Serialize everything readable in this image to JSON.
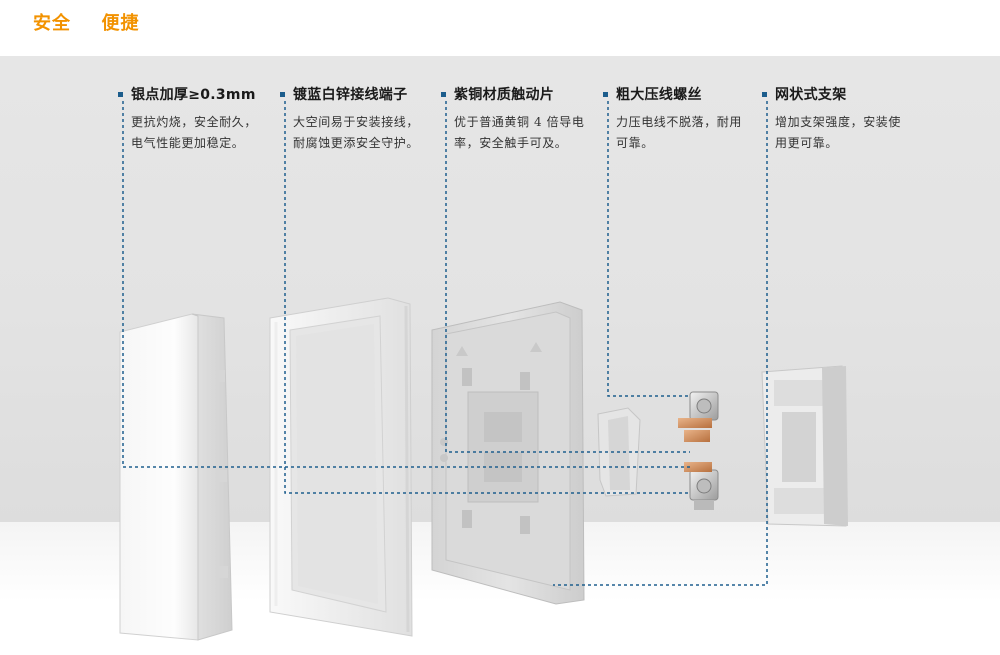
{
  "header": {
    "title": "安全  便捷"
  },
  "features": [
    {
      "title": "银点加厚≥0.3mm",
      "desc": "更抗灼烧，安全耐久，电气性能更加稳定。"
    },
    {
      "title": "镀蓝白锌接线端子",
      "desc": "大空间易于安装接线，耐腐蚀更添安全守护。"
    },
    {
      "title": "紫铜材质触动片",
      "desc": "优于普通黄铜 4 倍导电率，安全触手可及。"
    },
    {
      "title": "粗大压线螺丝",
      "desc": "力压电线不脱落，耐用可靠。"
    },
    {
      "title": "网状式支架",
      "desc": "增加支架强度，安装使用更可靠。"
    }
  ],
  "colors": {
    "title_orange": "#f29200",
    "leader_blue": "#1e5f8e",
    "background_grey": "#e4e4e4"
  }
}
